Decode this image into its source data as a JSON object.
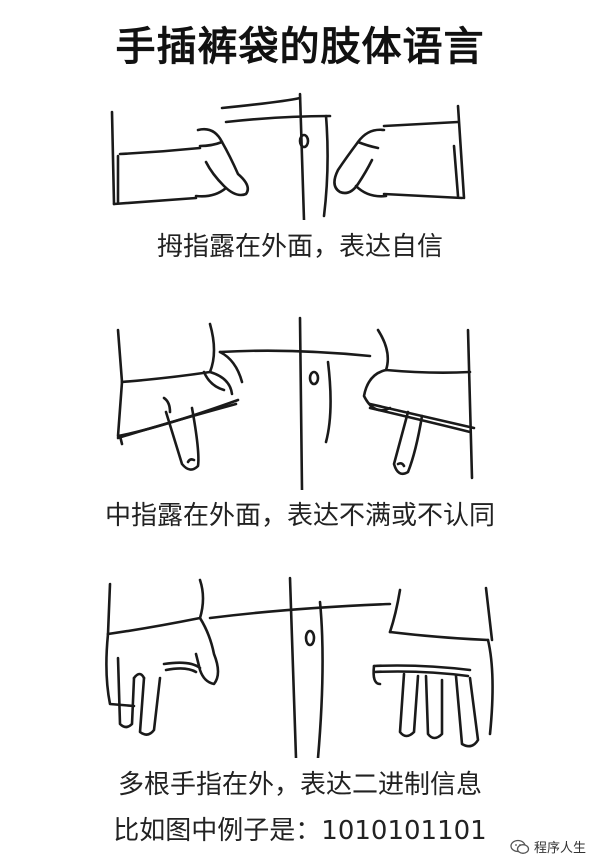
{
  "title": "手插裤袋的肢体语言",
  "captions": [
    "拇指露在外面，表达自信",
    "中指露在外面，表达不满或不认同",
    "多根手指在外，表达二进制信息",
    "比如图中例子是：1010101101"
  ],
  "watermark": "程序人生"
}
